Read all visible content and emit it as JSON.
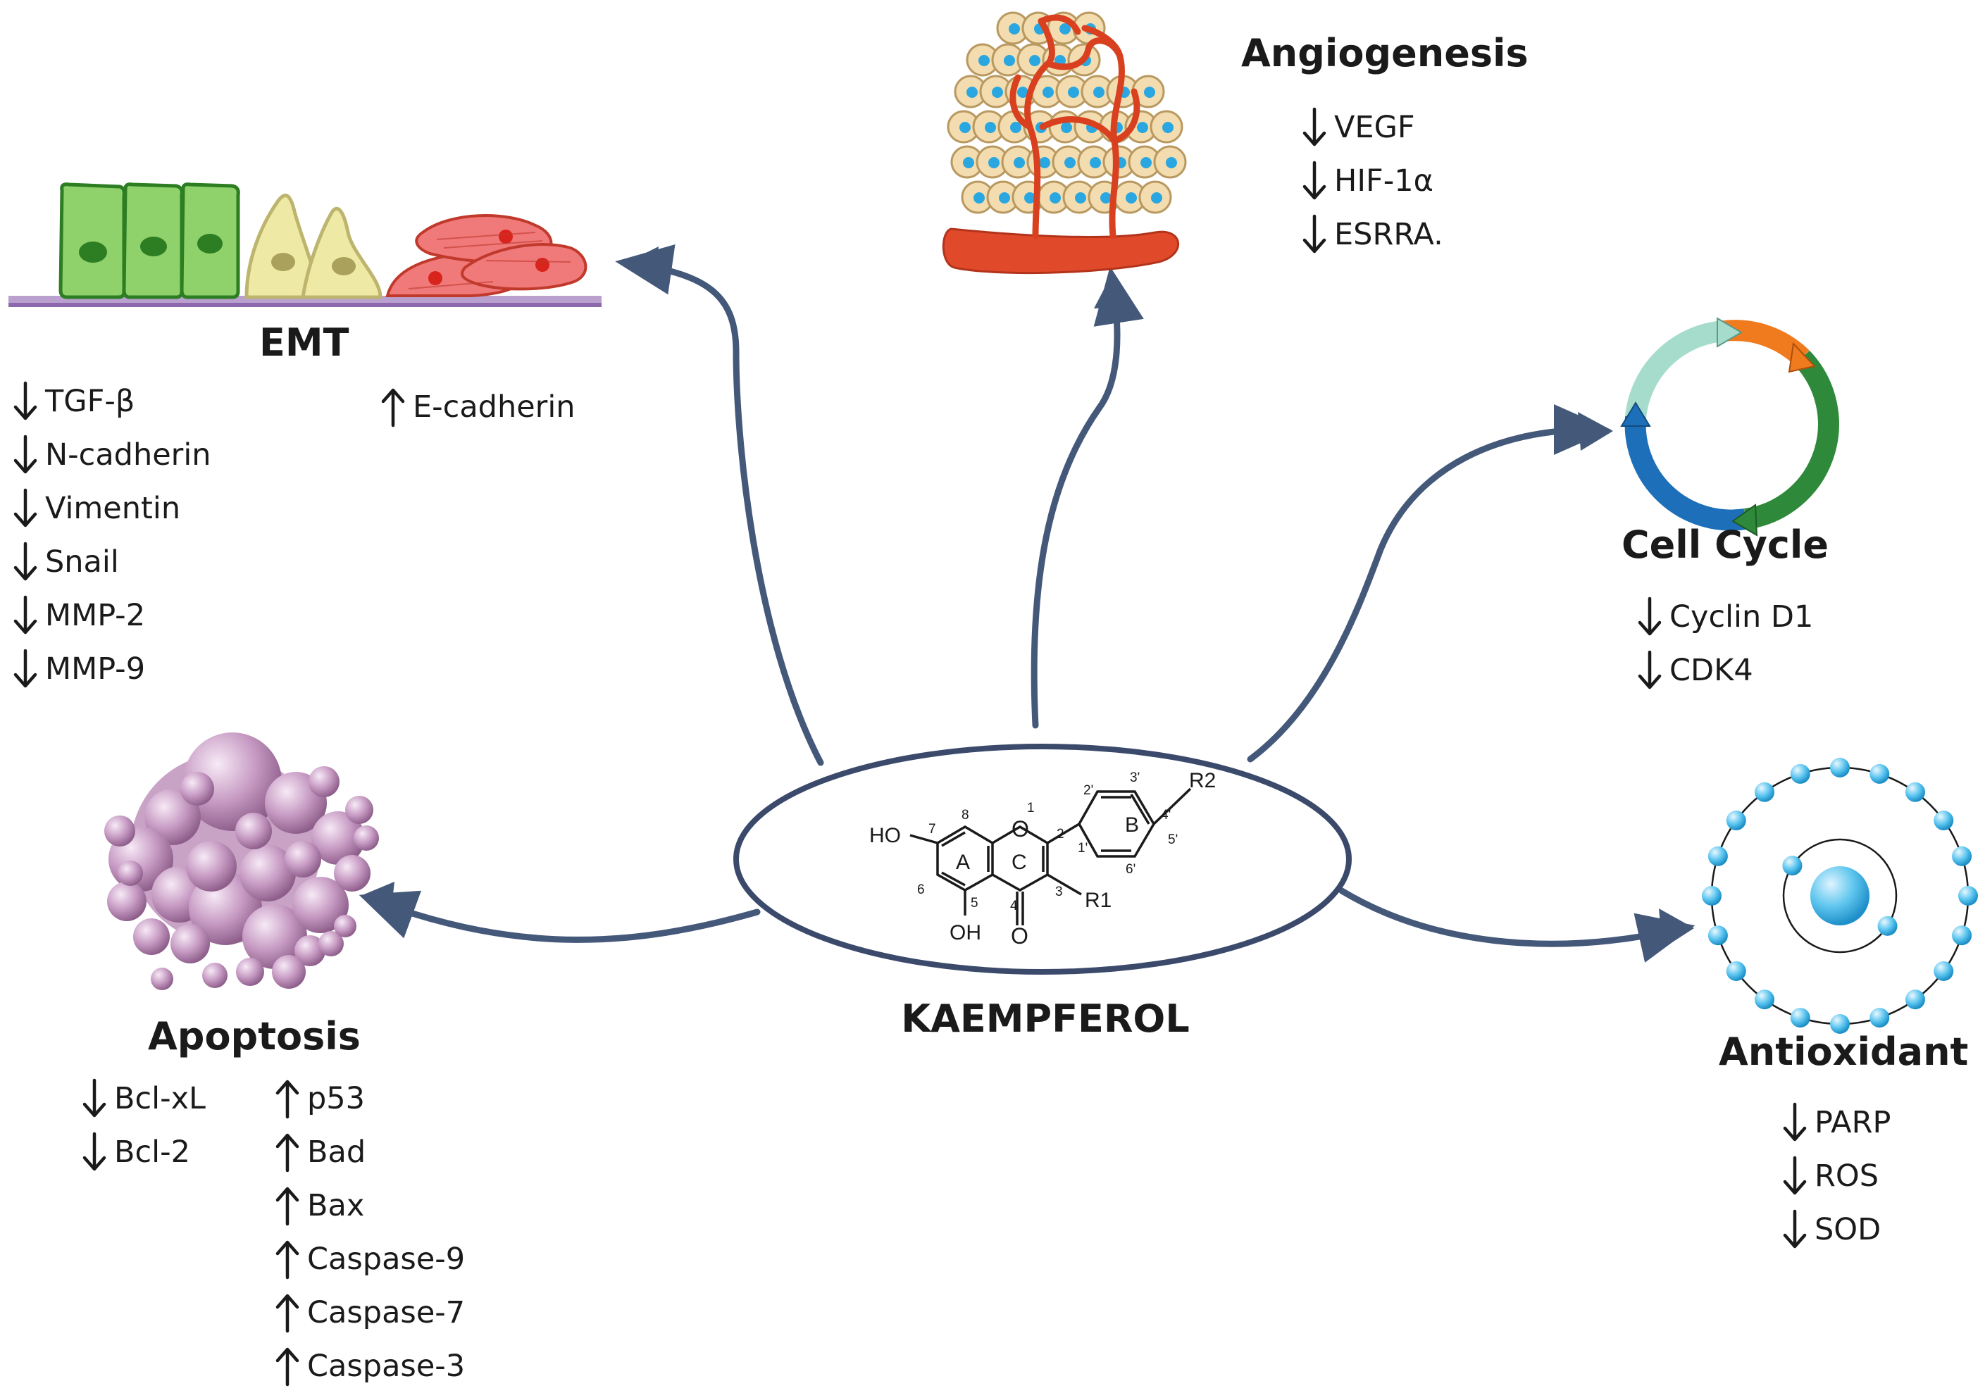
{
  "center": {
    "label": "KAEMPFEROL"
  },
  "structure": {
    "ring_a": "A",
    "ring_b": "B",
    "ring_c": "C",
    "ho": "HO",
    "oh": "OH",
    "o_ring": "O",
    "o_ketone": "O",
    "r1": "R1",
    "r2": "R2",
    "n1": "1",
    "n2": "2",
    "n3": "3",
    "n4": "4",
    "n5": "5",
    "n6": "6",
    "n7": "7",
    "n8": "8",
    "n2p": "2'",
    "n3p": "3'",
    "n4p": "4'",
    "n5p": "5'",
    "n6p": "6'",
    "n1p": "1'"
  },
  "emt": {
    "title": "EMT",
    "down": [
      "TGF-β",
      "N-cadherin",
      "Vimentin",
      "Snail",
      "MMP-2",
      "MMP-9"
    ],
    "up": [
      "E-cadherin"
    ]
  },
  "angiogenesis": {
    "title": "Angiogenesis",
    "down": [
      "VEGF",
      "HIF-1α",
      "ESRRA."
    ]
  },
  "cell_cycle": {
    "title": "Cell Cycle",
    "down": [
      "Cyclin D1",
      "CDK4"
    ]
  },
  "apoptosis": {
    "title": "Apoptosis",
    "down": [
      "Bcl-xL",
      "Bcl-2"
    ],
    "up": [
      "p53",
      "Bad",
      "Bax",
      "Caspase-9",
      "Caspase-7",
      "Caspase-3"
    ]
  },
  "antioxidant": {
    "title": "Antioxidant",
    "down": [
      "PARP",
      "ROS",
      "SOD"
    ]
  },
  "colors": {
    "arrow": "#44587a",
    "ellipse": "#3b4a6b",
    "emt_green": "#8fd16a",
    "emt_yellow": "#eeeaa6",
    "emt_red": "#f0797a",
    "vessel": "#e04a2a",
    "tumor_cell": "#f3ddb0",
    "nucleus_blue": "#2aa7e0",
    "cycle_light": "#a6dccb",
    "cycle_orange": "#f07a1e",
    "cycle_green": "#2e8a3a",
    "cycle_blue": "#1c6fb8",
    "apoptosis_purple": "#b98ab6",
    "antioxidant_blue": "#5fc6ee"
  },
  "icons": {
    "emt": "emt-cell-transition-icon",
    "angiogenesis": "tumor-vessel-icon",
    "cell_cycle": "cell-cycle-icon",
    "apoptosis": "apoptotic-cell-icon",
    "antioxidant": "atom-electron-icon"
  }
}
